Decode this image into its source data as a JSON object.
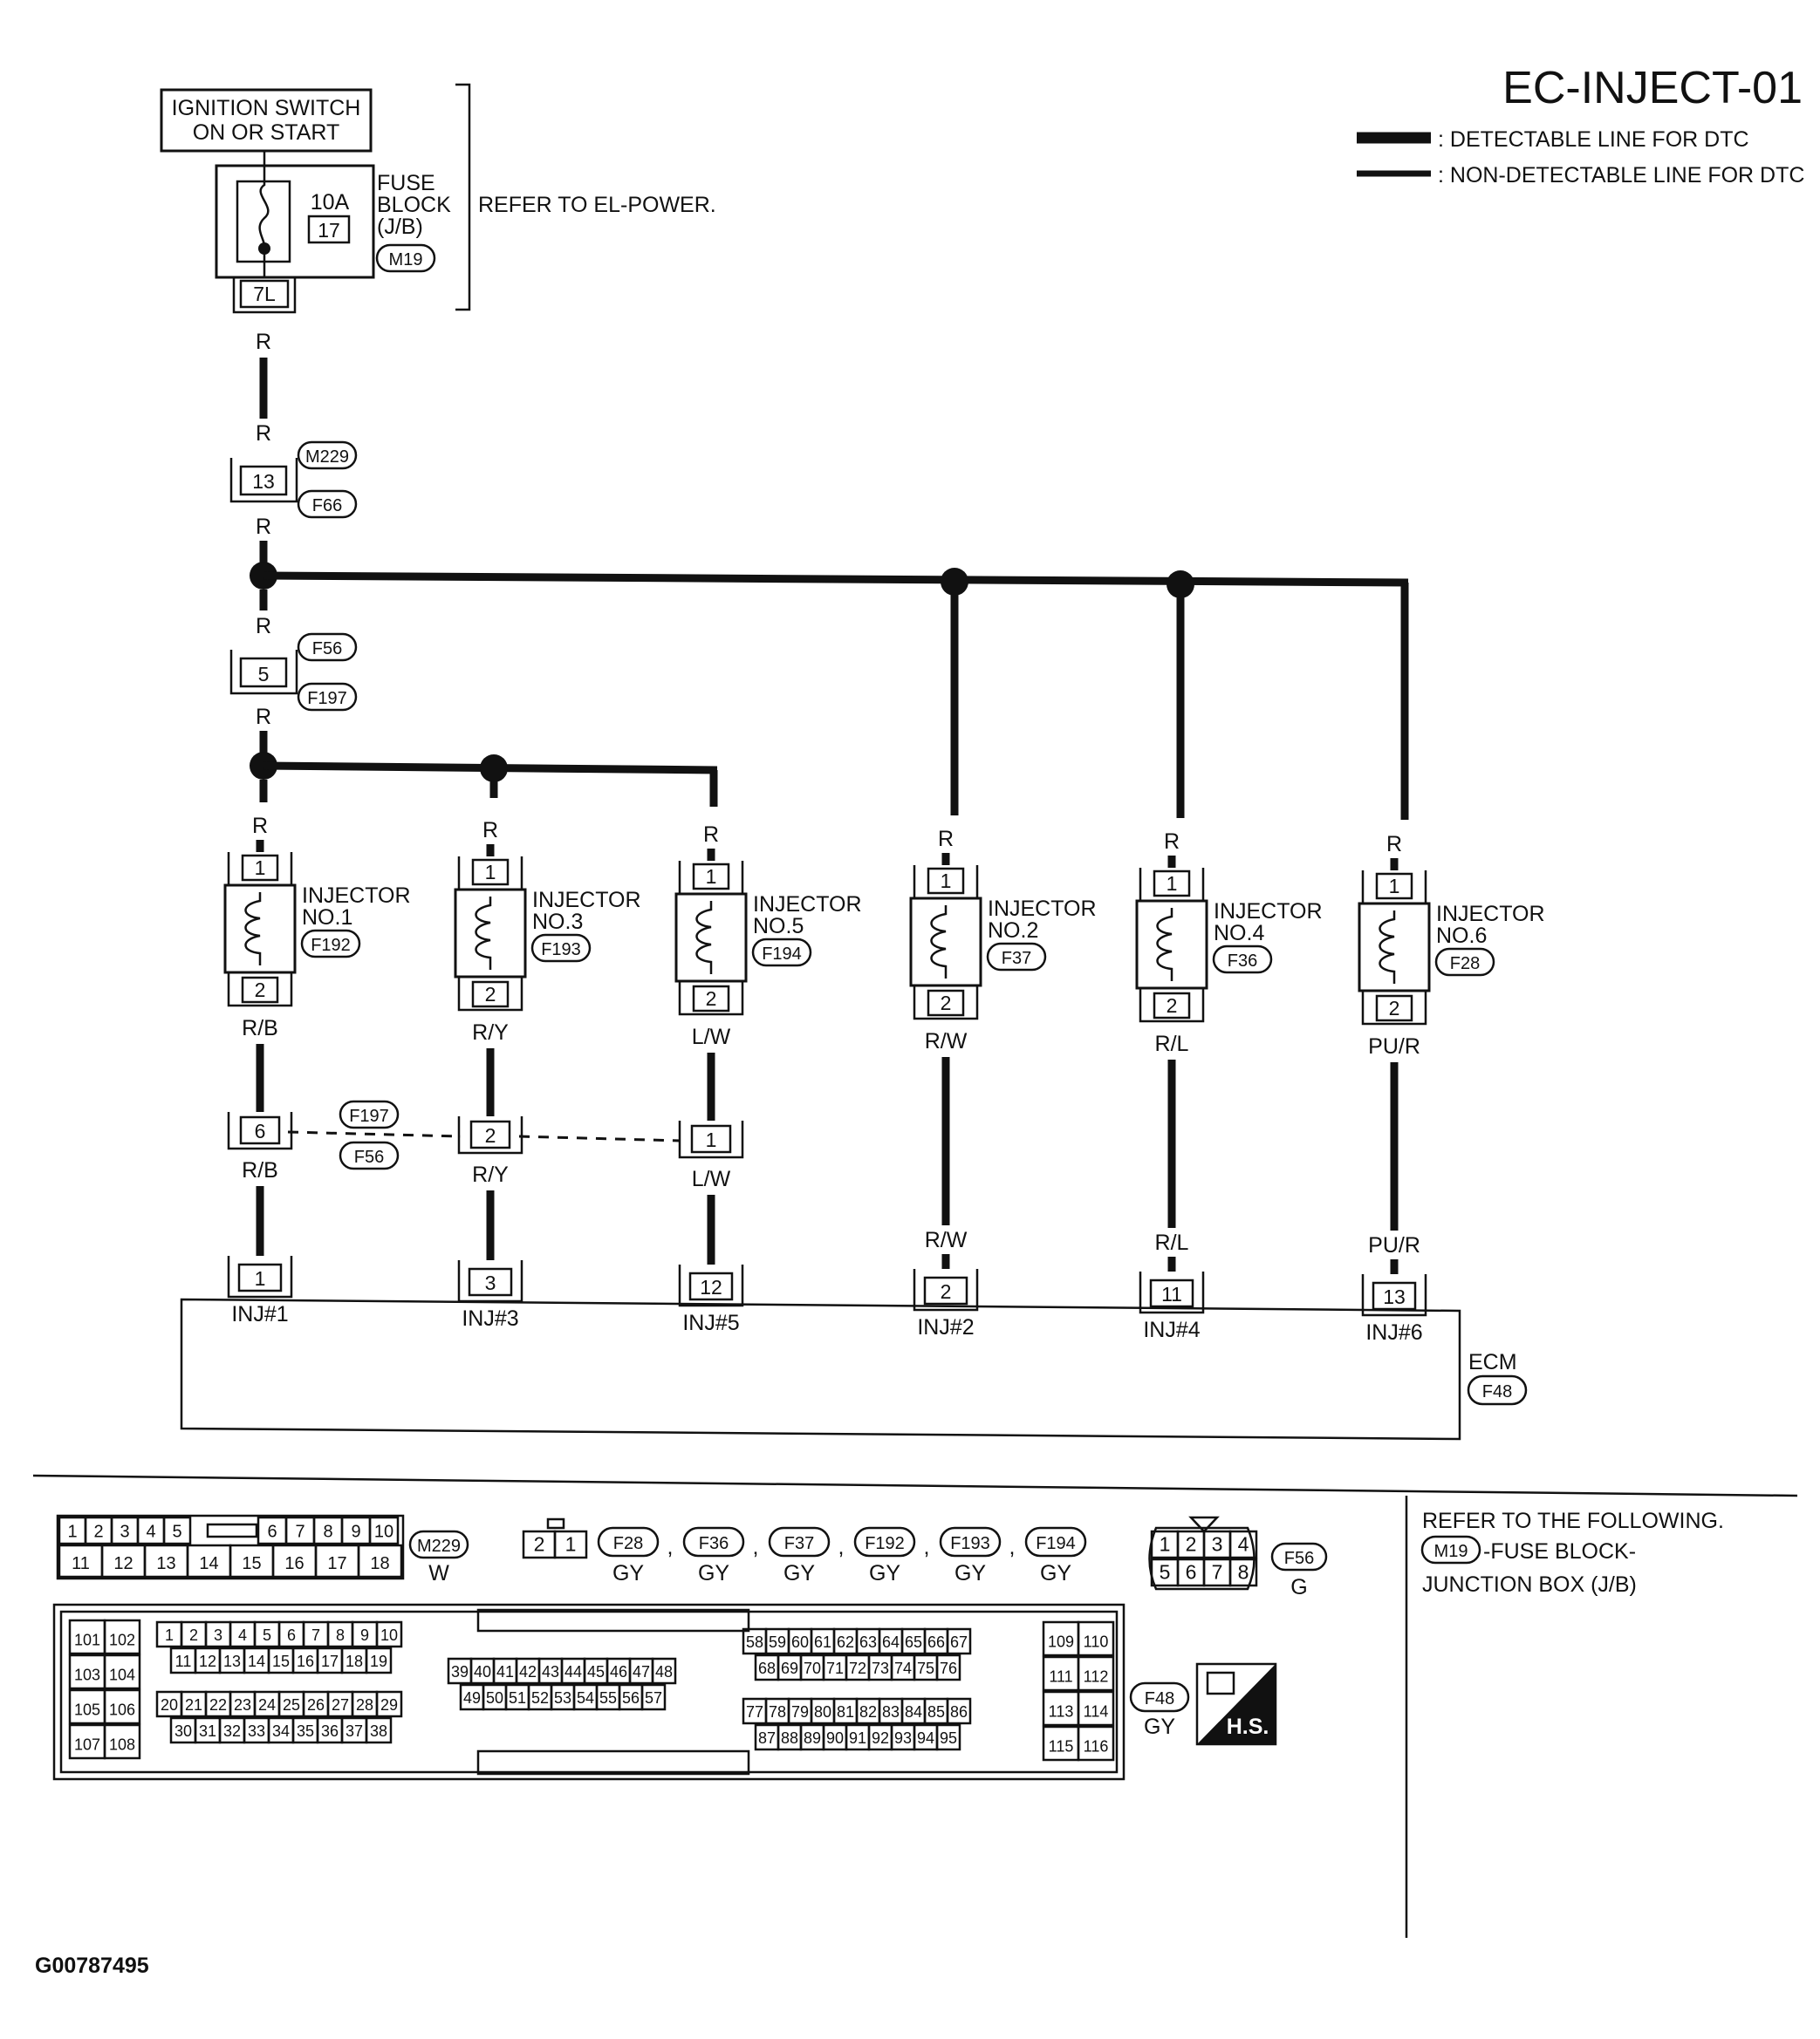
{
  "title": "EC-INJECT-01",
  "legend": {
    "detectable": ": DETECTABLE LINE FOR DTC",
    "non_detectable": ": NON-DETECTABLE LINE FOR DTC"
  },
  "power": {
    "ignition_line1": "IGNITION SWITCH",
    "ignition_line2": "ON OR START",
    "fuse_amp": "10A",
    "fuse_no": "17",
    "fuse_block_line1": "FUSE",
    "fuse_block_line2": "BLOCK",
    "fuse_block_line3": "(J/B)",
    "fuse_block_conn": "M19",
    "fuse_terminal": "7L",
    "refer": "REFER TO EL-POWER."
  },
  "main_feed": {
    "wire_color": "R",
    "joint1_terminal": "13",
    "joint1_upper": "M229",
    "joint1_lower": "F66",
    "joint2_terminal": "5",
    "joint2_upper": "F56",
    "joint2_lower": "F197"
  },
  "injectors": [
    {
      "label": "INJECTOR",
      "no": "NO.1",
      "conn": "F192",
      "pin_top": "1",
      "pin_bot": "2",
      "feed": "R",
      "out_color": "R/B",
      "mid_terminal": "6",
      "ecm_terminal": "1",
      "ecm_label": "INJ#1"
    },
    {
      "label": "INJECTOR",
      "no": "NO.3",
      "conn": "F193",
      "pin_top": "1",
      "pin_bot": "2",
      "feed": "R",
      "out_color": "R/Y",
      "mid_terminal": "2",
      "ecm_terminal": "3",
      "ecm_label": "INJ#3"
    },
    {
      "label": "INJECTOR",
      "no": "NO.5",
      "conn": "F194",
      "pin_top": "1",
      "pin_bot": "2",
      "feed": "R",
      "out_color": "L/W",
      "mid_terminal": "1",
      "ecm_terminal": "12",
      "ecm_label": "INJ#5"
    },
    {
      "label": "INJECTOR",
      "no": "NO.2",
      "conn": "F37",
      "pin_top": "1",
      "pin_bot": "2",
      "feed": "R",
      "out_color": "R/W",
      "mid_terminal": "",
      "ecm_terminal": "2",
      "ecm_label": "INJ#2"
    },
    {
      "label": "INJECTOR",
      "no": "NO.4",
      "conn": "F36",
      "pin_top": "1",
      "pin_bot": "2",
      "feed": "R",
      "out_color": "R/L",
      "mid_terminal": "",
      "ecm_terminal": "11",
      "ecm_label": "INJ#4"
    },
    {
      "label": "INJECTOR",
      "no": "NO.6",
      "conn": "F28",
      "pin_top": "1",
      "pin_bot": "2",
      "feed": "R",
      "out_color": "PU/R",
      "mid_terminal": "",
      "ecm_terminal": "13",
      "ecm_label": "INJ#6"
    }
  ],
  "mid_connector": {
    "upper": "F197",
    "lower": "F56"
  },
  "ecm": {
    "label": "ECM",
    "conn": "F48"
  },
  "connectors": {
    "m229_top": [
      "1",
      "2",
      "3",
      "4",
      "5",
      "6",
      "7",
      "8",
      "9",
      "10"
    ],
    "m229_bottom": [
      "11",
      "12",
      "13",
      "14",
      "15",
      "16",
      "17",
      "18"
    ],
    "m229_name": "M229",
    "m229_color": "W",
    "two_pin": [
      "2",
      "1"
    ],
    "gy_list": [
      {
        "name": "F28",
        "color": "GY"
      },
      {
        "name": "F36",
        "color": "GY"
      },
      {
        "name": "F37",
        "color": "GY"
      },
      {
        "name": "F192",
        "color": "GY"
      },
      {
        "name": "F193",
        "color": "GY"
      },
      {
        "name": "F194",
        "color": "GY"
      }
    ],
    "sep": ",",
    "f56_pins": [
      "1",
      "2",
      "3",
      "4",
      "5",
      "6",
      "7",
      "8"
    ],
    "f56_name": "F56",
    "f56_color": "G",
    "f48_name": "F48",
    "f48_color": "GY",
    "hs": "H.S.",
    "ecm_block_a": [
      "101",
      "102",
      "103",
      "104",
      "105",
      "106",
      "107",
      "108"
    ],
    "ecm_r1": [
      "1",
      "2",
      "3",
      "4",
      "5",
      "6",
      "7",
      "8",
      "9",
      "10"
    ],
    "ecm_r2": [
      "11",
      "12",
      "13",
      "14",
      "15",
      "16",
      "17",
      "18",
      "19"
    ],
    "ecm_r3": [
      "20",
      "21",
      "22",
      "23",
      "24",
      "25",
      "26",
      "27",
      "28",
      "29"
    ],
    "ecm_r4": [
      "30",
      "31",
      "32",
      "33",
      "34",
      "35",
      "36",
      "37",
      "38"
    ],
    "ecm_r5": [
      "39",
      "40",
      "41",
      "42",
      "43",
      "44",
      "45",
      "46",
      "47",
      "48"
    ],
    "ecm_r6": [
      "49",
      "50",
      "51",
      "52",
      "53",
      "54",
      "55",
      "56",
      "57"
    ],
    "ecm_r7": [
      "58",
      "59",
      "60",
      "61",
      "62",
      "63",
      "64",
      "65",
      "66",
      "67"
    ],
    "ecm_r8": [
      "68",
      "69",
      "70",
      "71",
      "72",
      "73",
      "74",
      "75",
      "76"
    ],
    "ecm_r9": [
      "77",
      "78",
      "79",
      "80",
      "81",
      "82",
      "83",
      "84",
      "85",
      "86"
    ],
    "ecm_r10": [
      "87",
      "88",
      "89",
      "90",
      "91",
      "92",
      "93",
      "94",
      "95"
    ],
    "ecm_block_b": [
      "109",
      "110",
      "111",
      "112",
      "113",
      "114",
      "115",
      "116"
    ]
  },
  "refer_note": {
    "line1": "REFER TO THE FOLLOWING.",
    "conn": "M19",
    "line2": "-FUSE BLOCK-",
    "line3": "JUNCTION BOX (J/B)"
  },
  "figure_id": "G00787495"
}
